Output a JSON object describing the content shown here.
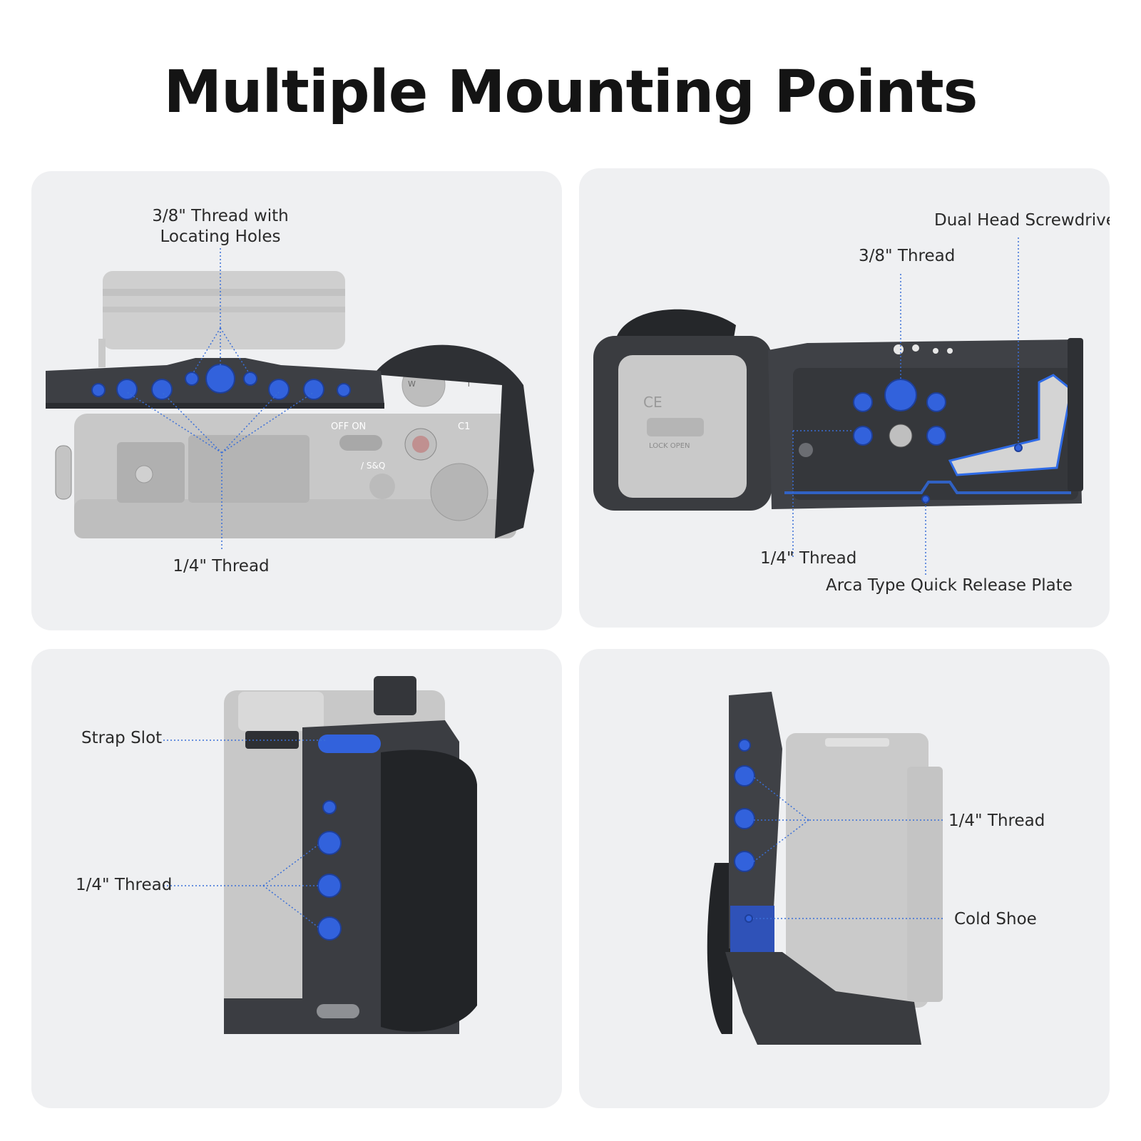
{
  "title": "Multiple Mounting Points",
  "colors": {
    "panel_bg": "#eff0f2",
    "accent_blue": "#2f5fd8",
    "cage_dark": "#3a3c40",
    "camera_gray": "#b9b9b9",
    "text": "#2a2a2a"
  },
  "panels": {
    "top_view": {
      "label_top_line1": "3/8\" Thread with",
      "label_top_line2": "Locating Holes",
      "label_bottom": "1/4\" Thread",
      "camera_marks": {
        "w": "W",
        "t": "T",
        "off_on": "OFF   ON",
        "c1": "C1",
        "mode": "/ S&Q"
      }
    },
    "bottom_view": {
      "label_screwdriver": "Dual Head Screwdriver",
      "label_38": "3/8\" Thread",
      "label_14": "1/4\" Thread",
      "label_arca": "Arca Type Quick Release Plate",
      "battery_marks": {
        "lock": "LOCK  OPEN",
        "ce": "CE"
      }
    },
    "grip_side": {
      "label_strap": "Strap Slot",
      "label_14": "1/4\" Thread"
    },
    "left_side": {
      "label_14": "1/4\" Thread",
      "label_cold_shoe": "Cold Shoe"
    }
  }
}
